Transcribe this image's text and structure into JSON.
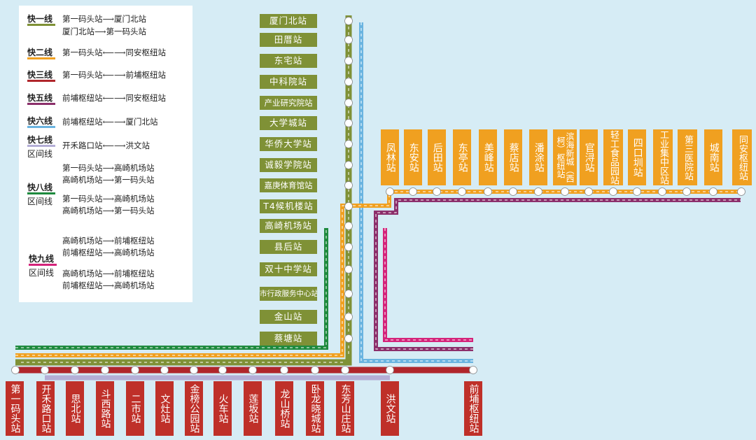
{
  "legend": {
    "lines": [
      {
        "name": "快一线",
        "color": "#7f9136",
        "routes": [
          "第一码头站⟶厦门北站",
          "厦门北站⟶第一码头站"
        ]
      },
      {
        "name": "快二线",
        "color": "#f0a020",
        "routes": [
          "第一码头站⟵⟶同安枢纽站"
        ]
      },
      {
        "name": "快三线",
        "color": "#b0262b",
        "routes": [
          "第一码头站⟵⟶前埔枢纽站"
        ]
      },
      {
        "name": "快五线",
        "color": "#8c2f6b",
        "routes": [
          "前埔枢纽站⟵⟶同安枢纽站"
        ]
      },
      {
        "name": "快六线",
        "color": "#6ab4e0",
        "routes": [
          "前埔枢纽站⟵⟶厦门北站"
        ]
      },
      {
        "name": "快七线",
        "name2": "区间线",
        "color": "#b4aed6",
        "routes": [
          "开禾路口站⟵⟶洪文站"
        ]
      },
      {
        "name": "快八线",
        "name2": "区间线",
        "color": "#1e8a3e",
        "routes": [
          "第一码头站⟶高崎机场站",
          "高崎机场站⟶第一码头站",
          "第一码头站⟶高崎机场站",
          "高崎机场站⟶第一码头站"
        ]
      },
      {
        "name": "快九线",
        "name2": "区间线",
        "color": "#d4237a",
        "routes": [
          "高崎机场站⟶前埔枢纽站",
          "前埔枢纽站⟶高崎机场站",
          "高崎机场站⟶前埔枢纽站",
          "前埔枢纽站⟶高崎机场站"
        ]
      }
    ]
  },
  "vertical_stations": [
    "厦门北站",
    "田厝站",
    "东宅站",
    "中科院站",
    "产业研究院站",
    "大学城站",
    "华侨大学站",
    "诚毅学院站",
    "嘉庚体育馆站",
    "T4候机楼站",
    "高崎机场站",
    "县后站",
    "双十中学站",
    "市行政服务中心站",
    "金山站",
    "蔡塘站"
  ],
  "orange_stations": [
    "凤林站",
    "东安站",
    "后田站",
    "东亭站",
    "美峰站",
    "蔡店站",
    "潘涂站",
    "滨海新城（西柯）枢纽站",
    "官浔站",
    "轻工食品园站",
    "四口圳站",
    "工业集中区站",
    "第三医院站",
    "城南站",
    "同安枢纽站"
  ],
  "red_stations": [
    "第一码头站",
    "开禾路口站",
    "思北站",
    "斗西路站",
    "二市站",
    "文灶站",
    "金榜公园站",
    "火车站",
    "莲坂站",
    "龙山桥站",
    "卧龙晓城站",
    "东芳山庄站",
    "洪文站",
    "前埔枢纽站"
  ],
  "colors": {
    "background": "#d6ecf5",
    "kuai1": "#7f9136",
    "kuai2": "#f0a020",
    "kuai3": "#b0262b",
    "kuai5": "#8c2f6b",
    "kuai6": "#6ab4e0",
    "kuai7": "#b4aed6",
    "kuai8": "#1e8a3e",
    "kuai9": "#d4237a"
  }
}
